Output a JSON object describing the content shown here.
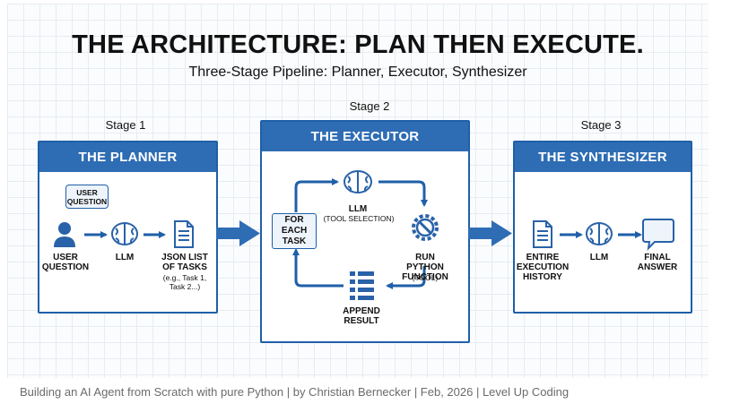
{
  "title": "THE ARCHITECTURE: PLAN THEN EXECUTE.",
  "subtitle": "Three-Stage Pipeline: Planner, Executor, Synthesizer",
  "stage1": {
    "label": "Stage 1",
    "header": "THE PLANNER",
    "bubble": "USER QUESTION",
    "user_label": "USER QUESTION",
    "llm_label": "LLM",
    "json_label": "JSON LIST OF TASKS",
    "json_sub": "(e.g., Task 1, Task 2...)"
  },
  "stage2": {
    "label": "Stage 2",
    "header": "THE EXECUTOR",
    "for_each": "FOR EACH TASK",
    "llm_label": "LLM",
    "llm_sub": "(TOOL SELECTION)",
    "run_label": "RUN PYTHON FUNCTION",
    "run_sub": "(TOOL)",
    "append_label": "APPEND RESULT"
  },
  "stage3": {
    "label": "Stage 3",
    "header": "THE SYNTHESIZER",
    "history_label": "ENTIRE EXECUTION HISTORY",
    "llm_label": "LLM",
    "answer_label": "FINAL ANSWER"
  },
  "caption": "Building an AI Agent from Scratch with pure Python | by Christian Bernecker  | Feb, 2026 | Level Up Coding",
  "colors": {
    "accent": "#2e6db4",
    "border": "#1f5fa8",
    "icon": "#2962a8"
  }
}
